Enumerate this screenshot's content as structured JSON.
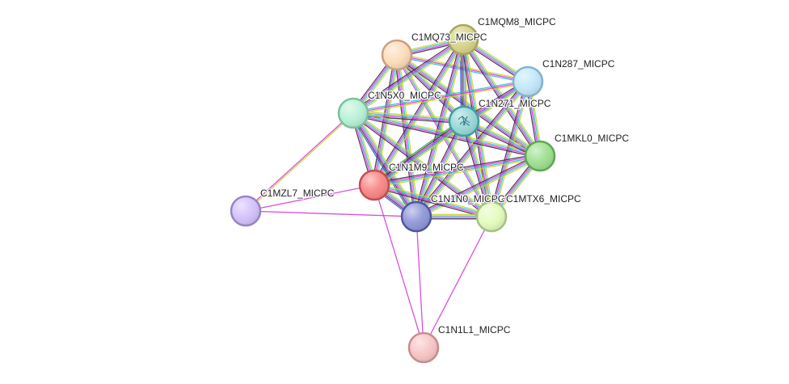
{
  "network": {
    "colors": {
      "edge_pink": "#d63cdc",
      "edge_yellow": "#c8d42a",
      "edge_cyan": "#36b6d4",
      "edge_dark": "#3a2d4a",
      "edge_blue": "#3b57d9",
      "edge_green": "#3aa64c"
    },
    "nodes": [
      {
        "id": "C1MQ73",
        "label": "C1MQ73_MICPC",
        "fill": "#fddcbb",
        "stroke": "#c8a080"
      },
      {
        "id": "C1MQM8",
        "label": "C1MQM8_MICPC",
        "fill": "#d8d488",
        "stroke": "#a9a55a"
      },
      {
        "id": "C1N287",
        "label": "C1N287_MICPC",
        "fill": "#c2e8fb",
        "stroke": "#86b2cc"
      },
      {
        "id": "C1N5X0",
        "label": "C1N5X0_MICPC",
        "fill": "#b8f2d6",
        "stroke": "#7cbf9f"
      },
      {
        "id": "C1N271",
        "label": "C1N271_MICPC",
        "fill": "#9ad8d8",
        "stroke": "#3d9f9f"
      },
      {
        "id": "C1MKL0",
        "label": "C1MKL0_MICPC",
        "fill": "#9ee08f",
        "stroke": "#5ea84f"
      },
      {
        "id": "C1N1M9",
        "label": "C1N1M9_MICPC",
        "fill": "#f98686",
        "stroke": "#c34d4d"
      },
      {
        "id": "C1MZL7",
        "label": "C1MZL7_MICPC",
        "fill": "#d4c2fb",
        "stroke": "#9785c2"
      },
      {
        "id": "C1N1N0",
        "label": "C1N1N0_MICPC",
        "fill": "#8f97d8",
        "stroke": "#4c57a0"
      },
      {
        "id": "C1MTX6",
        "label": "C1MTX6_MICPC",
        "fill": "#e4fbbd",
        "stroke": "#a5c47d"
      },
      {
        "id": "C1N1L1",
        "label": "C1N1L1_MICPC",
        "fill": "#f8c6c6",
        "stroke": "#c88c8c"
      }
    ],
    "edges": [
      {
        "source": "C1MQ73",
        "target": "C1MQM8",
        "types": [
          "yellow",
          "cyan",
          "pink",
          "dark"
        ]
      },
      {
        "source": "C1MQ73",
        "target": "C1N287",
        "types": [
          "yellow",
          "pink",
          "cyan"
        ]
      },
      {
        "source": "C1MQ73",
        "target": "C1N5X0",
        "types": [
          "yellow",
          "cyan",
          "pink",
          "dark"
        ]
      },
      {
        "source": "C1MQ73",
        "target": "C1N271",
        "types": [
          "yellow",
          "cyan",
          "pink",
          "dark"
        ]
      },
      {
        "source": "C1MQ73",
        "target": "C1MKL0",
        "types": [
          "yellow",
          "cyan",
          "pink",
          "dark"
        ]
      },
      {
        "source": "C1MQ73",
        "target": "C1N1M9",
        "types": [
          "yellow",
          "cyan",
          "pink",
          "dark"
        ]
      },
      {
        "source": "C1MQ73",
        "target": "C1N1N0",
        "types": [
          "yellow",
          "cyan",
          "pink",
          "dark"
        ]
      },
      {
        "source": "C1MQ73",
        "target": "C1MTX6",
        "types": [
          "yellow",
          "cyan",
          "pink"
        ]
      },
      {
        "source": "C1MQM8",
        "target": "C1N287",
        "types": [
          "yellow",
          "cyan",
          "pink",
          "dark"
        ]
      },
      {
        "source": "C1MQM8",
        "target": "C1N5X0",
        "types": [
          "yellow",
          "cyan",
          "pink",
          "dark"
        ]
      },
      {
        "source": "C1MQM8",
        "target": "C1N271",
        "types": [
          "yellow",
          "cyan",
          "pink",
          "dark",
          "blue"
        ]
      },
      {
        "source": "C1MQM8",
        "target": "C1MKL0",
        "types": [
          "yellow",
          "cyan",
          "pink",
          "dark"
        ]
      },
      {
        "source": "C1MQM8",
        "target": "C1N1M9",
        "types": [
          "yellow",
          "cyan",
          "pink",
          "dark"
        ]
      },
      {
        "source": "C1MQM8",
        "target": "C1N1N0",
        "types": [
          "yellow",
          "cyan",
          "pink",
          "dark"
        ]
      },
      {
        "source": "C1MQM8",
        "target": "C1MTX6",
        "types": [
          "yellow",
          "cyan",
          "pink",
          "dark"
        ]
      },
      {
        "source": "C1N287",
        "target": "C1N5X0",
        "types": [
          "yellow",
          "pink",
          "cyan"
        ]
      },
      {
        "source": "C1N287",
        "target": "C1N271",
        "types": [
          "yellow",
          "cyan",
          "pink",
          "dark"
        ]
      },
      {
        "source": "C1N287",
        "target": "C1MKL0",
        "types": [
          "yellow",
          "cyan",
          "pink",
          "dark"
        ]
      },
      {
        "source": "C1N287",
        "target": "C1N1M9",
        "types": [
          "yellow",
          "cyan",
          "pink"
        ]
      },
      {
        "source": "C1N287",
        "target": "C1N1N0",
        "types": [
          "yellow",
          "cyan",
          "pink",
          "dark"
        ]
      },
      {
        "source": "C1N287",
        "target": "C1MTX6",
        "types": [
          "yellow",
          "cyan",
          "pink",
          "dark"
        ]
      },
      {
        "source": "C1N5X0",
        "target": "C1N271",
        "types": [
          "yellow",
          "cyan",
          "pink",
          "dark"
        ]
      },
      {
        "source": "C1N5X0",
        "target": "C1MKL0",
        "types": [
          "yellow",
          "cyan",
          "pink",
          "dark"
        ]
      },
      {
        "source": "C1N5X0",
        "target": "C1N1M9",
        "types": [
          "yellow",
          "cyan",
          "pink",
          "dark"
        ]
      },
      {
        "source": "C1N5X0",
        "target": "C1N1N0",
        "types": [
          "yellow",
          "cyan",
          "pink",
          "dark",
          "blue"
        ]
      },
      {
        "source": "C1N5X0",
        "target": "C1MTX6",
        "types": [
          "yellow",
          "cyan",
          "pink",
          "dark"
        ]
      },
      {
        "source": "C1N5X0",
        "target": "C1MZL7",
        "types": [
          "yellow",
          "pink"
        ]
      },
      {
        "source": "C1N271",
        "target": "C1MKL0",
        "types": [
          "yellow",
          "cyan",
          "pink",
          "dark"
        ]
      },
      {
        "source": "C1N271",
        "target": "C1N1M9",
        "types": [
          "yellow",
          "cyan",
          "pink",
          "dark",
          "green"
        ]
      },
      {
        "source": "C1N271",
        "target": "C1N1N0",
        "types": [
          "yellow",
          "cyan",
          "pink",
          "dark"
        ]
      },
      {
        "source": "C1N271",
        "target": "C1MTX6",
        "types": [
          "yellow",
          "cyan",
          "pink",
          "dark"
        ]
      },
      {
        "source": "C1MKL0",
        "target": "C1N1M9",
        "types": [
          "yellow",
          "cyan",
          "pink",
          "dark"
        ]
      },
      {
        "source": "C1MKL0",
        "target": "C1N1N0",
        "types": [
          "yellow",
          "cyan",
          "pink",
          "dark"
        ]
      },
      {
        "source": "C1MKL0",
        "target": "C1MTX6",
        "types": [
          "yellow",
          "cyan",
          "pink",
          "dark"
        ]
      },
      {
        "source": "C1N1M9",
        "target": "C1N1N0",
        "types": [
          "yellow",
          "cyan",
          "pink",
          "dark",
          "blue"
        ]
      },
      {
        "source": "C1N1M9",
        "target": "C1MTX6",
        "types": [
          "yellow",
          "cyan",
          "pink",
          "dark"
        ]
      },
      {
        "source": "C1N1M9",
        "target": "C1MZL7",
        "types": [
          "pink"
        ]
      },
      {
        "source": "C1N1M9",
        "target": "C1N1L1",
        "types": [
          "pink"
        ]
      },
      {
        "source": "C1MZL7",
        "target": "C1N1N0",
        "types": [
          "pink"
        ]
      },
      {
        "source": "C1N1N0",
        "target": "C1MTX6",
        "types": [
          "yellow",
          "cyan",
          "pink",
          "dark"
        ]
      },
      {
        "source": "C1N1N0",
        "target": "C1N1L1",
        "types": [
          "pink"
        ]
      },
      {
        "source": "C1MTX6",
        "target": "C1N1L1",
        "types": [
          "pink"
        ]
      }
    ]
  }
}
